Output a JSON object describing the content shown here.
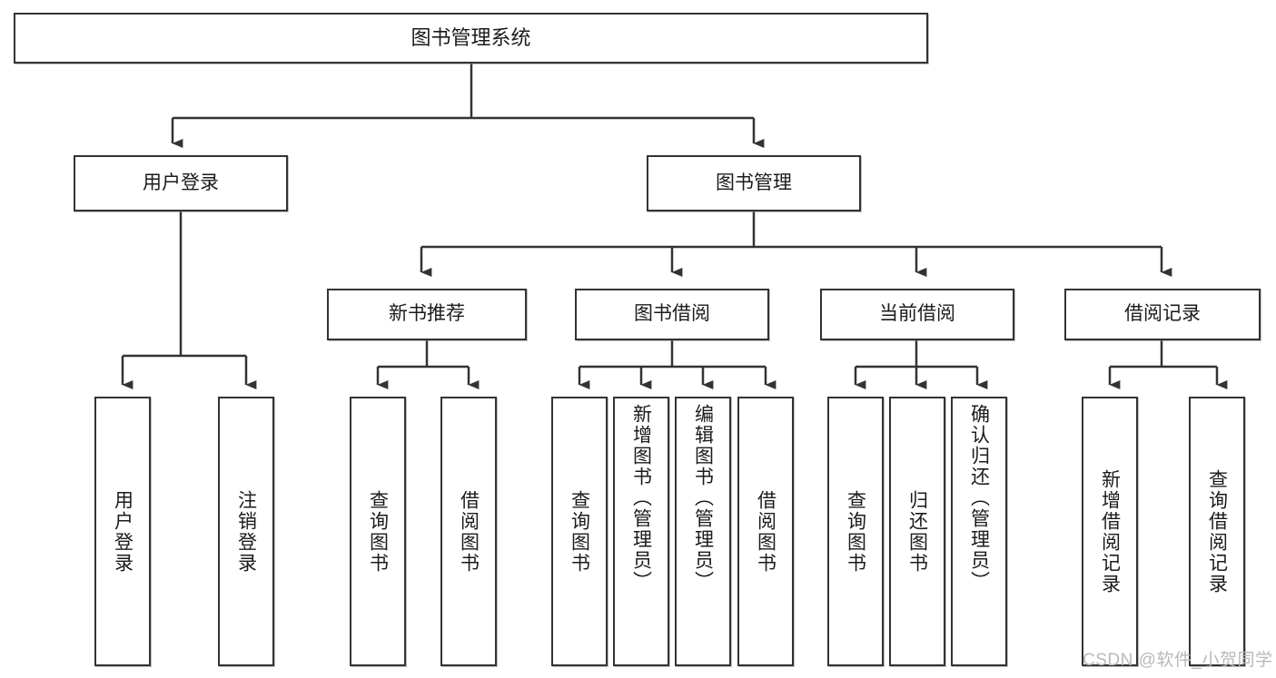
{
  "diagram": {
    "title": "图书管理系统",
    "type": "tree-hierarchy",
    "watermark": "CSDN @软件_小贺同学",
    "colors": {
      "stroke": "#333333",
      "fill": "#ffffff",
      "text": "#1b1b1b",
      "watermark": "#b9b9b9"
    },
    "nodes": {
      "root": {
        "label": "图书管理系统"
      },
      "level1": [
        {
          "label": "用户登录"
        },
        {
          "label": "图书管理"
        }
      ],
      "level2": [
        {
          "label": "新书推荐"
        },
        {
          "label": "图书借阅"
        },
        {
          "label": "当前借阅"
        },
        {
          "label": "借阅记录"
        }
      ],
      "leaves": {
        "user_login": [
          {
            "label": "用户登录"
          },
          {
            "label": "注销登录"
          }
        ],
        "new_book_recommend": [
          {
            "label": "查询图书"
          },
          {
            "label": "借阅图书"
          }
        ],
        "book_borrow": [
          {
            "label": "查询图书"
          },
          {
            "label": "新增图书（管理员）"
          },
          {
            "label": "编辑图书（管理员）"
          },
          {
            "label": "借阅图书"
          }
        ],
        "current_borrow": [
          {
            "label": "查询图书"
          },
          {
            "label": "归还图书"
          },
          {
            "label": "确认归还（管理员）"
          }
        ],
        "borrow_record": [
          {
            "label": "新增借阅记录"
          },
          {
            "label": "查询借阅记录"
          }
        ]
      }
    }
  }
}
